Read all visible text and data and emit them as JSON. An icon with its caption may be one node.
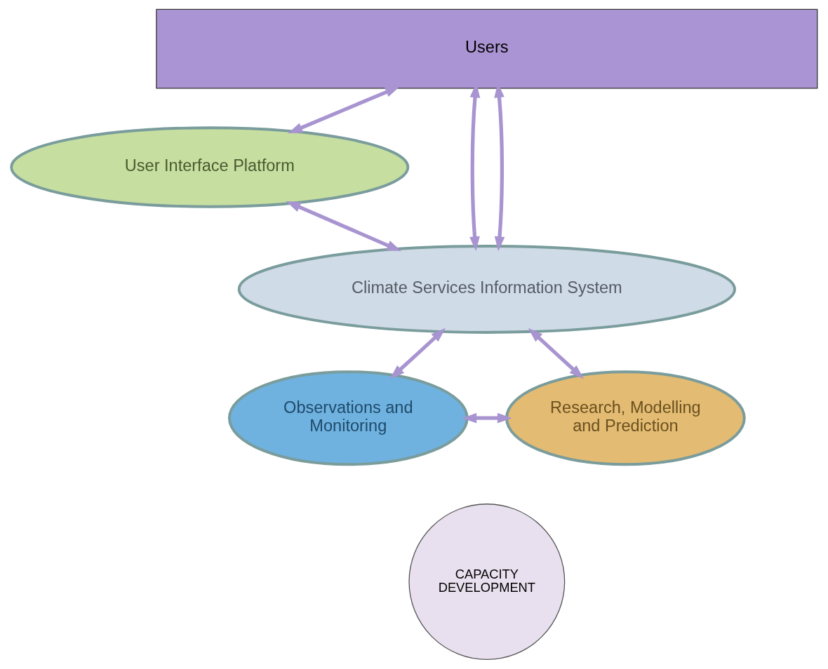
{
  "diagram": {
    "nodes": [
      {
        "text": [
          "Users"
        ]
      },
      {
        "text": [
          "User Interface Platform"
        ]
      },
      {
        "text": [
          "Climate Services Information System"
        ]
      },
      {
        "text": [
          "Observations and Monitoring"
        ]
      },
      {
        "text": [
          "Research, Modelling and Prediction"
        ]
      },
      {
        "text": [
          "CAPACITY DEVELOPMENT"
        ]
      }
    ],
    "edges": [
      {
        "from": 0,
        "to": 2,
        "arrow": "both"
      },
      {
        "from": 0,
        "to": 1,
        "arrow": "both"
      },
      {
        "from": 1,
        "to": 2,
        "arrow": "both"
      },
      {
        "from": 0,
        "to": 2,
        "arrow": "both"
      },
      {
        "from": 2,
        "to": 3,
        "arrow": "both"
      },
      {
        "from": 2,
        "to": 4,
        "arrow": "both"
      },
      {
        "from": 3,
        "to": 4,
        "arrow": "both"
      }
    ]
  }
}
